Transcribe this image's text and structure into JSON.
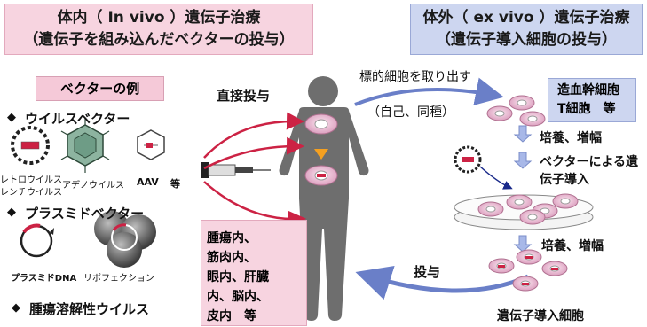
{
  "header_left": {
    "line1": "体内（ In vivo ）遺伝子治療",
    "line2": "（遺伝子を組み込んだベクターの投与）"
  },
  "header_right": {
    "line1": "体外（ ex vivo ）遺伝子治療",
    "line2": "（遺伝子導入細胞の投与）"
  },
  "vector_examples": {
    "title": "ベクターの例",
    "bullet": "◆",
    "viral_heading": "ウイルスベクター",
    "viral_items": [
      "レトロウイルス",
      "レンチウイルス",
      "アデノウイルス",
      "AAV",
      "等"
    ],
    "plasmid_heading": "プラスミドベクター",
    "plasmid_items": [
      "プラスミドDNA",
      "リポフェクション"
    ],
    "oncolytic_heading": "腫瘍溶解性ウイルス"
  },
  "in_vivo": {
    "direct_label": "直接投与",
    "routes": [
      "腫瘍内、",
      "筋肉内、",
      "眼内、肝臓",
      "内、脳内、",
      "皮内　等"
    ]
  },
  "ex_vivo": {
    "extract_label": "標的細胞を取り出す",
    "source_label": "（自己、同種）",
    "cell_types": [
      "造血幹細胞",
      "T細胞　等"
    ],
    "step_culture_1": "培養、増幅",
    "step_vector_line1": "ベクターによる遺",
    "step_vector_line2": "伝子導入",
    "step_culture_2": "培養、増幅",
    "administer_label": "投与",
    "transduced_label": "遺伝子導入細胞"
  },
  "colors": {
    "pink_box": "#f7d4e0",
    "blue_box": "#cdd6f0",
    "body": "#6e6e6e",
    "red_arrow": "#cc2244",
    "blue_arrow": "#6a7fc8",
    "cell": "#f0c8dc",
    "orange": "#f5a020"
  }
}
